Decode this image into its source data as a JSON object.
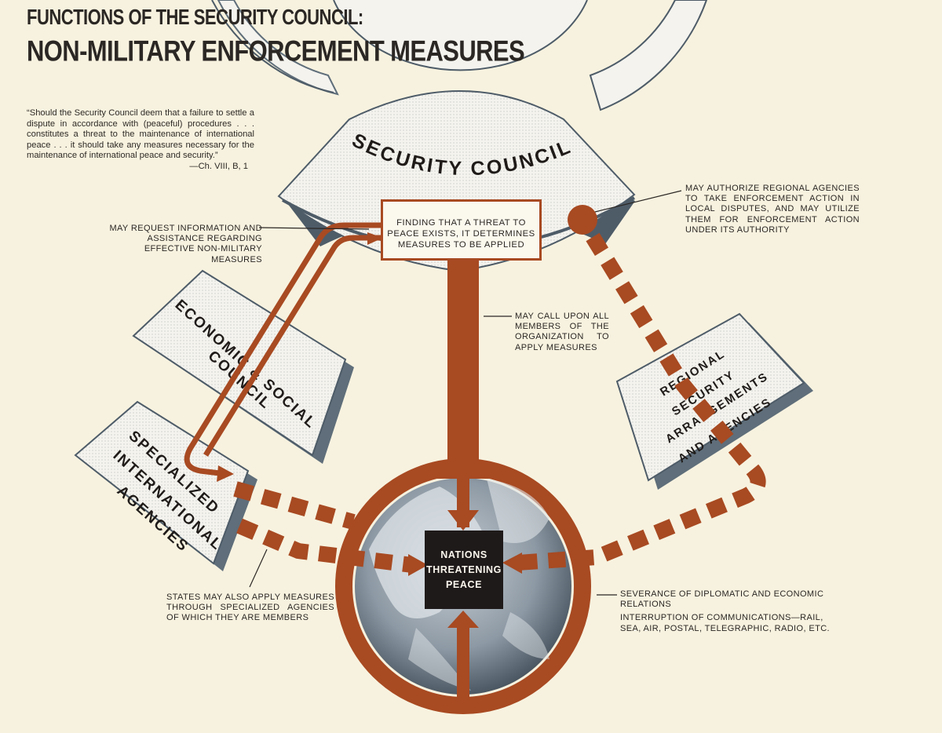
{
  "header": {
    "subtitle": "FUNCTIONS OF THE SECURITY COUNCIL:",
    "title": "NON-MILITARY ENFORCEMENT MEASURES"
  },
  "quote": {
    "text": "“Should the Security Council deem that a failure to settle a dispute in accordance with (peaceful) procedures . . . constitutes a threat to the maintenance of international peace . . . it should take any measures necessary for the maintenance of international peace and security.”",
    "source": "—Ch. VIII, B, 1"
  },
  "nodes": {
    "security_council": "SECURITY COUNCIL",
    "finding": "FINDING THAT A THREAT TO PEACE EXISTS, IT DETERMINES MEASURES TO BE APPLIED",
    "ecosoc_line1": "ECONOMIC & SOCIAL",
    "ecosoc_line2": "COUNCIL",
    "specialized_line1": "SPECIALIZED",
    "specialized_line2": "INTERNATIONAL",
    "specialized_line3": "AGENCIES",
    "regional_line1": "REGIONAL",
    "regional_line2": "SECURITY",
    "regional_line3": "ARRANGEMENTS",
    "regional_line4": "AND AGENCIES",
    "nations_line1": "NATIONS",
    "nations_line2": "THREATENING",
    "nations_line3": "PEACE"
  },
  "annotations": {
    "request_info": "MAY REQUEST INFORMATION AND ASSISTANCE REGARDING EFFECTIVE NON-MILITARY MEASURES",
    "authorize_regional": "MAY AUTHORIZE REGIONAL AGENCIES TO TAKE ENFORCEMENT ACTION IN LOCAL DISPUTES, AND MAY UTILIZE THEM FOR ENFORCEMENT ACTION UNDER ITS AUTHORITY",
    "call_upon": "MAY CALL UPON ALL MEMBERS OF THE ORGANIZATION TO APPLY MEASURES",
    "states_apply": "STATES MAY ALSO APPLY MEASURES THROUGH SPECIALIZED AGENCIES OF WHICH THEY ARE MEMBERS",
    "severance": "SEVERANCE OF DIPLOMATIC AND ECONOMIC RELATIONS",
    "interruption": "INTERRUPTION OF COMMUNICATIONS—RAIL, SEA, AIR, POSTAL, TELEGRAPHIC, RADIO, ETC."
  },
  "colors": {
    "background": "#f7f2df",
    "rust": "#a84a22",
    "ink": "#2b2724",
    "panel": "#f2f1ec",
    "shadow": "#5f6e7a",
    "globe": "#8c98a3"
  }
}
